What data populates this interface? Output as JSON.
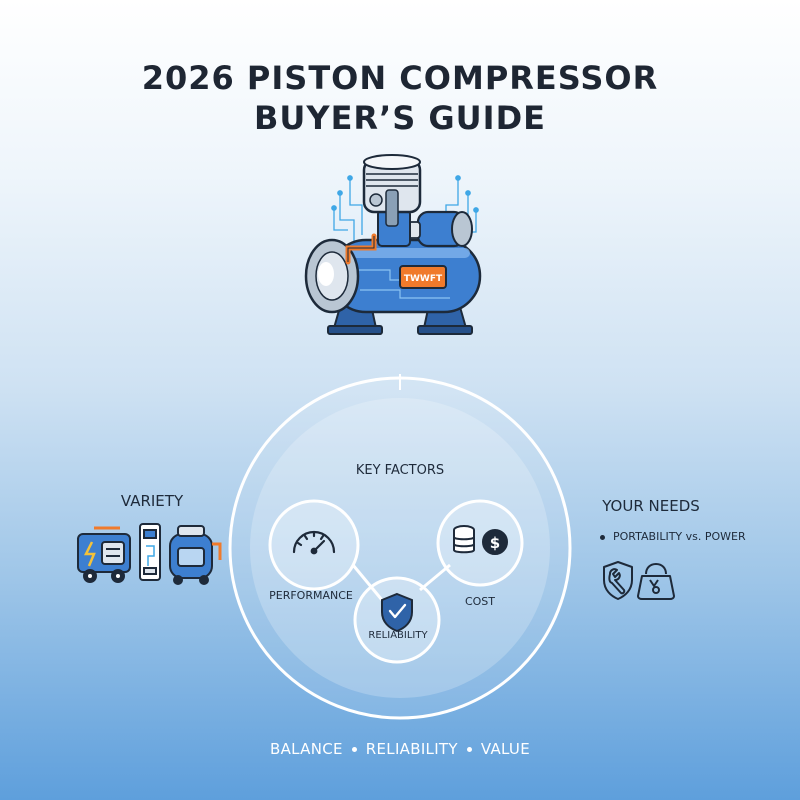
{
  "title": {
    "line1": "2026 PISTON COMPRESSOR",
    "line2": "BUYER’S GUIDE"
  },
  "hero": {
    "icon": "piston-compressor-icon",
    "nameplate": "TWWFT"
  },
  "diagram": {
    "center_label": "KEY FACTORS",
    "factors": [
      {
        "label": "PERFORMANCE",
        "icon": "gauge-icon"
      },
      {
        "label": "RELIABILITY",
        "icon": "shield-check-icon"
      },
      {
        "label": "COST",
        "icon": "coins-dollar-icon"
      }
    ]
  },
  "variety": {
    "label": "VARIETY",
    "icons": [
      "portable-compressor-icon",
      "upright-compressor-icon",
      "pancake-compressor-icon"
    ]
  },
  "needs": {
    "label": "YOUR NEEDS",
    "bullet": "PORTABILITY vs. POWER",
    "icons": [
      "wrench-shield-icon",
      "tool-bag-icon"
    ]
  },
  "footer": {
    "items": [
      "BALANCE",
      "RELIABILITY",
      "VALUE"
    ]
  },
  "colors": {
    "title": "#1e2633",
    "tank_blue": "#3d7fd0",
    "accent_orange": "#f07a2b",
    "ring": "#ffffff"
  }
}
